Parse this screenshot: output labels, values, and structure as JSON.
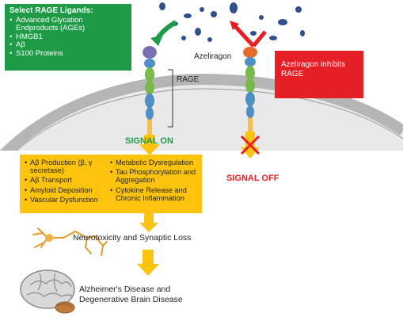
{
  "ligands_box": {
    "title": "Select RAGE Ligands:",
    "items": [
      "Advanced Glycation Endproducts (AGEs)",
      "HMGB1",
      "Aβ",
      "S100 Proteins"
    ]
  },
  "receptor_label": "RAGE",
  "drug_label": "Azeliragon",
  "inhibit_box": "Azeliragon inhibits RAGE",
  "signal_on": "SIGNAL ON",
  "signal_off": "SIGNAL OFF",
  "effects": {
    "left": [
      "Aβ Production (β, γ secretase)",
      "Aβ Transport",
      "Amyloid Deposition",
      "Vascular Dysfunction"
    ],
    "right": [
      "Metabolic Dysregulation",
      "Tau Phosphorylation and Aggregation",
      "Cytokine Release and Chronic Inflammation"
    ]
  },
  "outcome_1": "Neurotoxicity and Synaptic Loss",
  "outcome_2": [
    "Alzheimer's Disease and",
    "Degenerative Brain Disease"
  ],
  "colors": {
    "green": "#1f9a46",
    "red": "#e51f25",
    "yellow": "#fcc40f",
    "membrane": "#c9c9c9",
    "ligand_blue": "#2f4f8f"
  }
}
